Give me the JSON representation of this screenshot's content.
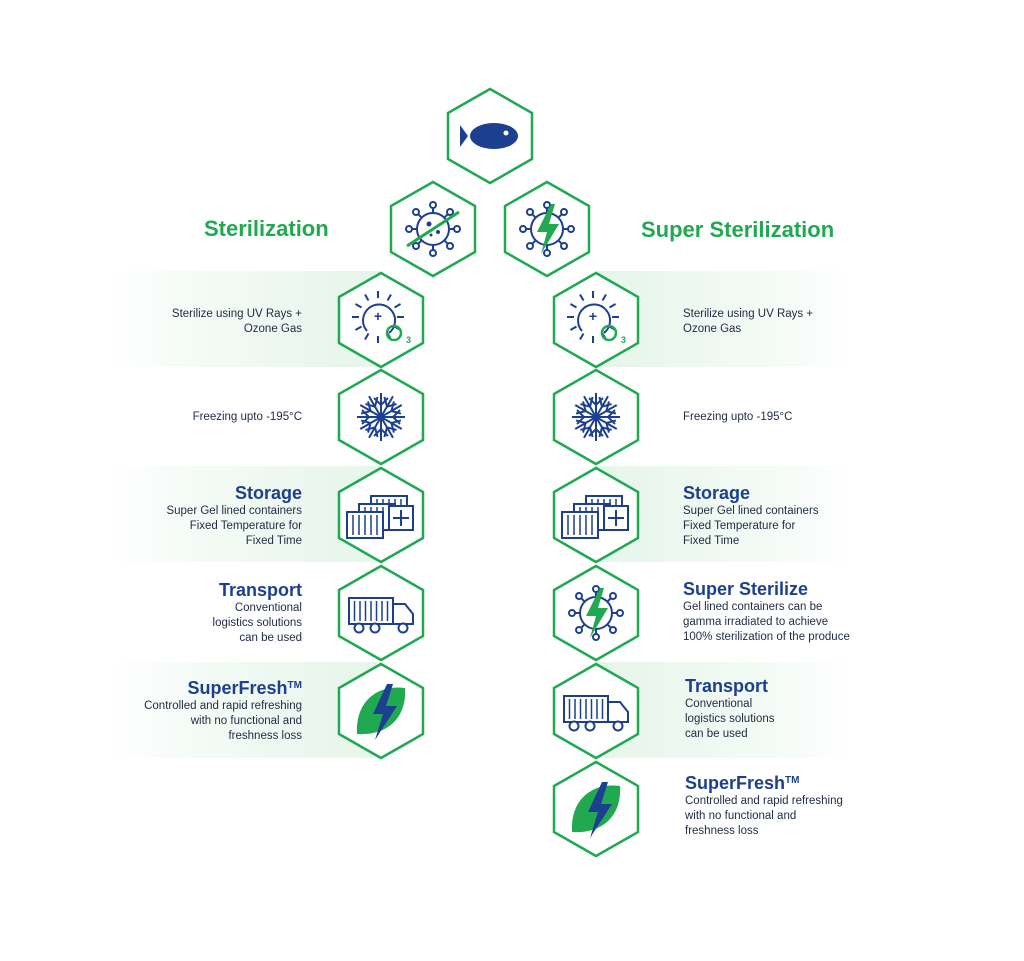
{
  "colors": {
    "green": "#20a950",
    "navy": "#1c3f8f",
    "text": "#1f2a44"
  },
  "top": {
    "icon": "fish-icon"
  },
  "left": {
    "title": "Sterilization",
    "icon": "virus-slash-icon",
    "steps": [
      {
        "icon": "sun-ozone-icon",
        "title": "",
        "text": [
          "Sterilize using UV Rays +",
          "Ozone Gas"
        ]
      },
      {
        "icon": "snowflake-icon",
        "title": "",
        "text": [
          "Freezing upto -195°C"
        ]
      },
      {
        "icon": "containers-icon",
        "title": "Storage",
        "text": [
          "Super Gel lined containers",
          "Fixed Temperature for",
          "Fixed Time"
        ]
      },
      {
        "icon": "truck-icon",
        "title": "Transport",
        "text": [
          "Conventional",
          "logistics solutions",
          "can be used"
        ]
      },
      {
        "icon": "leaf-bolt-icon",
        "title": "SuperFresh",
        "tm": "TM",
        "text": [
          "Controlled and rapid refreshing",
          "with no functional and",
          "freshness loss"
        ]
      }
    ]
  },
  "right": {
    "title": "Super Sterilization",
    "icon": "virus-bolt-icon",
    "steps": [
      {
        "icon": "sun-ozone-icon",
        "title": "",
        "text": [
          "Sterilize using UV Rays +",
          "Ozone Gas"
        ]
      },
      {
        "icon": "snowflake-icon",
        "title": "",
        "text": [
          "Freezing upto -195°C"
        ]
      },
      {
        "icon": "containers-icon",
        "title": "Storage",
        "text": [
          "Super Gel lined containers",
          "Fixed Temperature for",
          "Fixed Time"
        ]
      },
      {
        "icon": "virus-bolt-icon",
        "title": "Super Sterilize",
        "text": [
          "Gel lined containers can be",
          "gamma irradiated to achieve",
          "100% sterilization of the produce"
        ]
      },
      {
        "icon": "truck-icon",
        "title": "Transport",
        "text": [
          "Conventional",
          "logistics solutions",
          "can be used"
        ]
      },
      {
        "icon": "leaf-bolt-icon",
        "title": "SuperFresh",
        "tm": "TM",
        "text": [
          "Controlled and rapid refreshing",
          "with no functional and",
          "freshness loss"
        ]
      }
    ]
  }
}
